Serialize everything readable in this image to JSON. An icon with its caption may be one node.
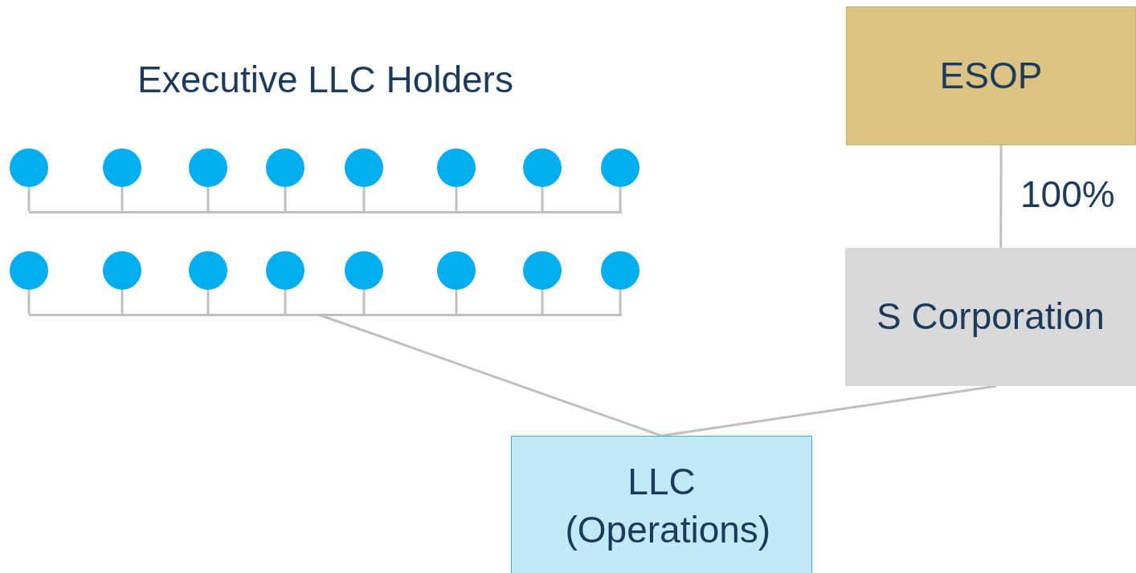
{
  "diagram": {
    "title": "Executive LLC Holders",
    "nodes": [
      {
        "text": [],
        "shape": "circle"
      },
      {
        "text": [],
        "shape": "circle"
      },
      {
        "text": [],
        "shape": "circle"
      },
      {
        "text": [],
        "shape": "circle"
      },
      {
        "text": [],
        "shape": "circle"
      },
      {
        "text": [],
        "shape": "circle"
      },
      {
        "text": [],
        "shape": "circle"
      },
      {
        "text": [],
        "shape": "circle"
      },
      {
        "text": [],
        "shape": "bar"
      },
      {
        "text": [],
        "shape": "circle"
      },
      {
        "text": [],
        "shape": "circle"
      },
      {
        "text": [],
        "shape": "circle"
      },
      {
        "text": [],
        "shape": "circle"
      },
      {
        "text": [],
        "shape": "circle"
      },
      {
        "text": [],
        "shape": "circle"
      },
      {
        "text": [],
        "shape": "circle"
      },
      {
        "text": [],
        "shape": "circle"
      },
      {
        "text": [],
        "shape": "bar"
      },
      {
        "text": [
          "ESOP"
        ]
      },
      {
        "text": [
          "S Corporation"
        ]
      },
      {
        "text": [
          "LLC (Operations)"
        ]
      }
    ],
    "edges": [
      {
        "from": 0,
        "to": 8,
        "arrow": "none"
      },
      {
        "from": 1,
        "to": 8,
        "arrow": "none"
      },
      {
        "from": 2,
        "to": 8,
        "arrow": "none"
      },
      {
        "from": 3,
        "to": 8,
        "arrow": "none"
      },
      {
        "from": 4,
        "to": 8,
        "arrow": "none"
      },
      {
        "from": 5,
        "to": 8,
        "arrow": "none"
      },
      {
        "from": 6,
        "to": 8,
        "arrow": "none"
      },
      {
        "from": 7,
        "to": 8,
        "arrow": "none"
      },
      {
        "from": 9,
        "to": 17,
        "arrow": "none"
      },
      {
        "from": 10,
        "to": 17,
        "arrow": "none"
      },
      {
        "from": 11,
        "to": 17,
        "arrow": "none"
      },
      {
        "from": 12,
        "to": 17,
        "arrow": "none"
      },
      {
        "from": 13,
        "to": 17,
        "arrow": "none"
      },
      {
        "from": 14,
        "to": 17,
        "arrow": "none"
      },
      {
        "from": 15,
        "to": 17,
        "arrow": "none"
      },
      {
        "from": 16,
        "to": 17,
        "arrow": "none"
      },
      {
        "from": 17,
        "to": 20,
        "arrow": "none"
      },
      {
        "from": 18,
        "to": 19,
        "arrow": "none",
        "label": "100%"
      },
      {
        "from": 19,
        "to": 20,
        "arrow": "none"
      }
    ]
  }
}
